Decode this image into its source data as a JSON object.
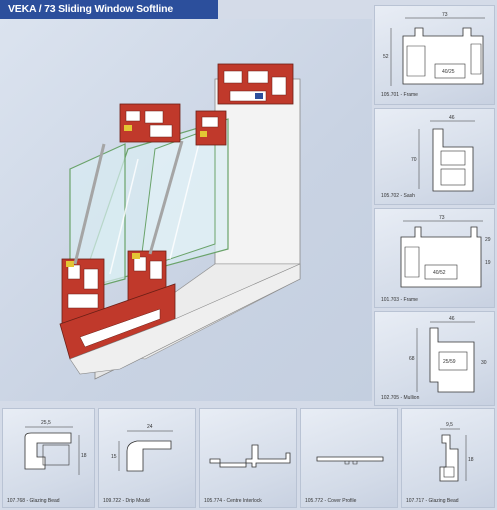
{
  "header": {
    "brand": "VEKA",
    "title": " / 73 Sliding Window Softline"
  },
  "colors": {
    "header": "#2c4f9c",
    "profile_red": "#c0392b",
    "background": "#d4dbe8"
  },
  "profiles_right": [
    {
      "caption": "105.701 - Frame",
      "dims": [
        "73",
        "52",
        "40/25"
      ]
    },
    {
      "caption": "105.702 - Sash",
      "dims": [
        "46",
        "70"
      ]
    },
    {
      "caption": "101.703 - Frame",
      "dims": [
        "73",
        "29",
        "19",
        "40/52"
      ]
    },
    {
      "caption": "102.705 - Mullion",
      "dims": [
        "46",
        "68",
        "30",
        "25/59"
      ]
    }
  ],
  "profiles_bottom": [
    {
      "caption": "107.768 - Glazing Bead",
      "dims": [
        "25,5",
        "18"
      ]
    },
    {
      "caption": "109.722 - Drip Mould",
      "dims": [
        "24",
        "15"
      ]
    },
    {
      "caption": "105.774 - Centre Interlock",
      "dims": []
    },
    {
      "caption": "105.772 - Cover Profile",
      "dims": []
    },
    {
      "caption": "107.717 - Glazing Bead",
      "dims": [
        "9,5",
        "18"
      ]
    }
  ]
}
